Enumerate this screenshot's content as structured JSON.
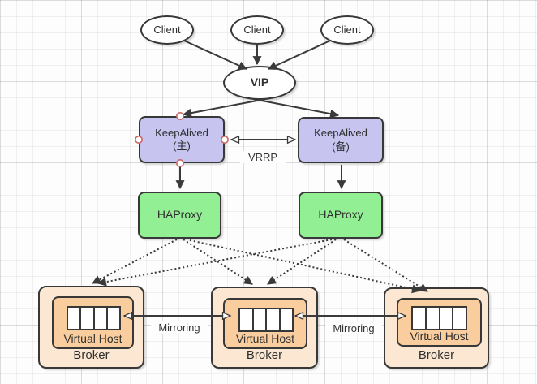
{
  "canvas": {
    "clients": [
      {
        "label": "Client"
      },
      {
        "label": "Client"
      },
      {
        "label": "Client"
      }
    ],
    "vip": {
      "label": "VIP"
    },
    "keepalived_primary": {
      "name": "KeepAlived",
      "role": "(主)"
    },
    "keepalived_backup": {
      "name": "KeepAlived",
      "role": "(备)"
    },
    "vrrp": {
      "label": "VRRP"
    },
    "haproxy_left": {
      "label": "HAProxy"
    },
    "haproxy_right": {
      "label": "HAProxy"
    },
    "brokers": [
      {
        "virtual_host_label": "Virtual Host",
        "broker_label": "Broker",
        "queue_cells": 4
      },
      {
        "virtual_host_label": "Virtual Host",
        "broker_label": "Broker",
        "queue_cells": 4
      },
      {
        "virtual_host_label": "Virtual Host",
        "broker_label": "Broker",
        "queue_cells": 4
      }
    ],
    "mirroring": [
      {
        "label": "Mirroring"
      },
      {
        "label": "Mirroring"
      }
    ],
    "colors": {
      "keepalived_fill": "#c7c4f0",
      "haproxy_fill": "#93ef93",
      "broker_outer_fill": "#fce8d2",
      "broker_inner_fill": "#f9cd9e",
      "shape_stroke": "#383838",
      "edge_color": "#3a3a3a",
      "handle_stroke": "#cc6666"
    }
  }
}
